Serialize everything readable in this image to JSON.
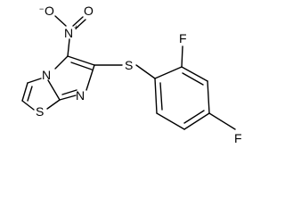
{
  "molecule": {
    "atoms": {
      "nitro_o_minus": "O",
      "nitro_o_minus_charge": "−",
      "nitro_o_double": "O",
      "nitro_n": "N",
      "nitro_n_charge": "+",
      "bridge_n": "N",
      "ring_n": "N",
      "thioether_s": "S",
      "thiazole_s": "S",
      "fluorine_ortho": "F",
      "fluorine_para": "F"
    }
  }
}
